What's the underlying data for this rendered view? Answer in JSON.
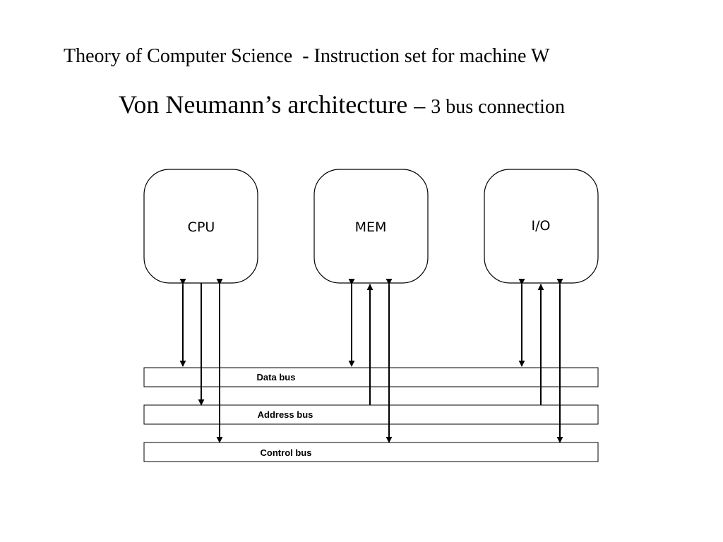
{
  "header": {
    "course_title": "Theory of Computer Science  - Instruction set for machine W",
    "subtitle_main": "Von Neumann’s architecture ",
    "subtitle_dash": "– ",
    "subtitle_small": "3 bus connection"
  },
  "diagram": {
    "units": [
      {
        "id": "cpu",
        "label": "CPU"
      },
      {
        "id": "mem",
        "label": "MEM"
      },
      {
        "id": "io",
        "label": "I/O"
      }
    ],
    "buses": [
      {
        "id": "data",
        "label": "Data bus"
      },
      {
        "id": "address",
        "label": "Address bus"
      },
      {
        "id": "control",
        "label": "Control bus"
      }
    ],
    "connections": [
      {
        "from": "cpu",
        "bus": "data",
        "direction": "bidirectional"
      },
      {
        "from": "cpu",
        "bus": "address",
        "direction": "to-bus"
      },
      {
        "from": "cpu",
        "bus": "control",
        "direction": "bidirectional"
      },
      {
        "from": "mem",
        "bus": "data",
        "direction": "bidirectional"
      },
      {
        "from": "mem",
        "bus": "address",
        "direction": "to-unit"
      },
      {
        "from": "mem",
        "bus": "control",
        "direction": "bidirectional"
      },
      {
        "from": "io",
        "bus": "data",
        "direction": "bidirectional"
      },
      {
        "from": "io",
        "bus": "address",
        "direction": "to-unit"
      },
      {
        "from": "io",
        "bus": "control",
        "direction": "bidirectional"
      }
    ]
  }
}
